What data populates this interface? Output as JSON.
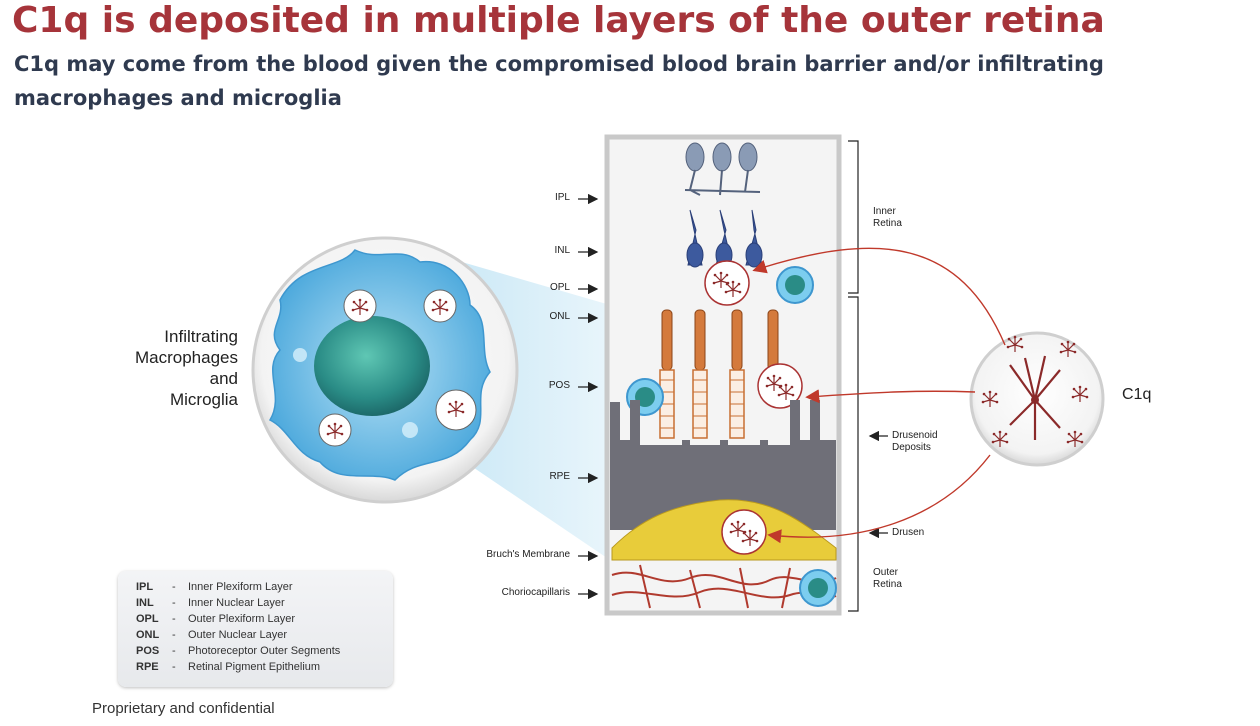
{
  "title": "C1q is deposited in multiple layers of the outer retina",
  "subtitle": "C1q may come from the blood given the compromised blood brain barrier and/or infiltrating macrophages and microglia",
  "macrophage_label": [
    "Infiltrating",
    "Macrophages",
    "and",
    "Microglia"
  ],
  "layer_labels": {
    "ipl": "IPL",
    "inl": "INL",
    "opl": "OPL",
    "onl": "ONL",
    "pos": "POS",
    "rpe": "RPE",
    "bruchs": "Bruch's Membrane",
    "chorio": "Choriocapillaris"
  },
  "region_labels": {
    "inner_retina": [
      "Inner",
      "Retina"
    ],
    "outer_retina": [
      "Outer",
      "Retina"
    ],
    "drusenoid": [
      "Drusenoid",
      "Deposits"
    ],
    "drusen": "Drusen"
  },
  "c1q_label": "C1q",
  "legend": [
    {
      "abbr": "IPL",
      "text": "Inner Plexiform Layer"
    },
    {
      "abbr": "INL",
      "text": "Inner Nuclear Layer"
    },
    {
      "abbr": "OPL",
      "text": "Outer Plexiform Layer"
    },
    {
      "abbr": "ONL",
      "text": "Outer Nuclear Layer"
    },
    {
      "abbr": "POS",
      "text": "Photoreceptor Outer Segments"
    },
    {
      "abbr": "RPE",
      "text": "Retinal Pigment Epithelium"
    }
  ],
  "footer": "Proprietary and confidential",
  "colors": {
    "title": "#a6343a",
    "arrow": "#c0392b",
    "rpe": "#6f6f78",
    "drusen": "#e8cc3a",
    "vessels": "#b03a2e",
    "nerve_cells": "#3d5a9e",
    "photoreceptors": "#d47a3c",
    "macrophage": "#5ab6e0"
  }
}
